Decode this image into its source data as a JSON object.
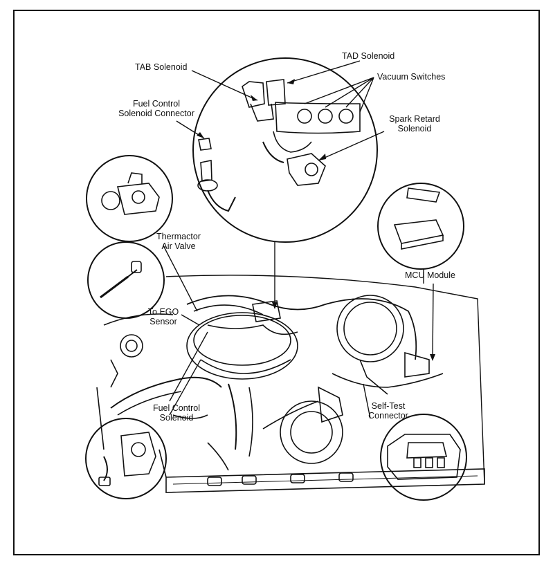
{
  "labels": {
    "tab_solenoid": "TAB Solenoid",
    "tad_solenoid": "TAD Solenoid",
    "vacuum_switches": "Vacuum Switches",
    "fuel_control_connector_l1": "Fuel Control",
    "fuel_control_connector_l2": "Solenoid Connector",
    "spark_retard_l1": "Spark Retard",
    "spark_retard_l2": "Solenoid",
    "thermactor_l1": "Thermactor",
    "thermactor_l2": "Air Valve",
    "ego_l1": "To EGO",
    "ego_l2": "Sensor",
    "mcu_module": "MCU Module",
    "fuel_control_solenoid_l1": "Fuel Control",
    "fuel_control_solenoid_l2": "Solenoid",
    "self_test_l1": "Self-Test",
    "self_test_l2": "Connector"
  },
  "colors": {
    "ink": "#111111",
    "paper": "#ffffff"
  }
}
